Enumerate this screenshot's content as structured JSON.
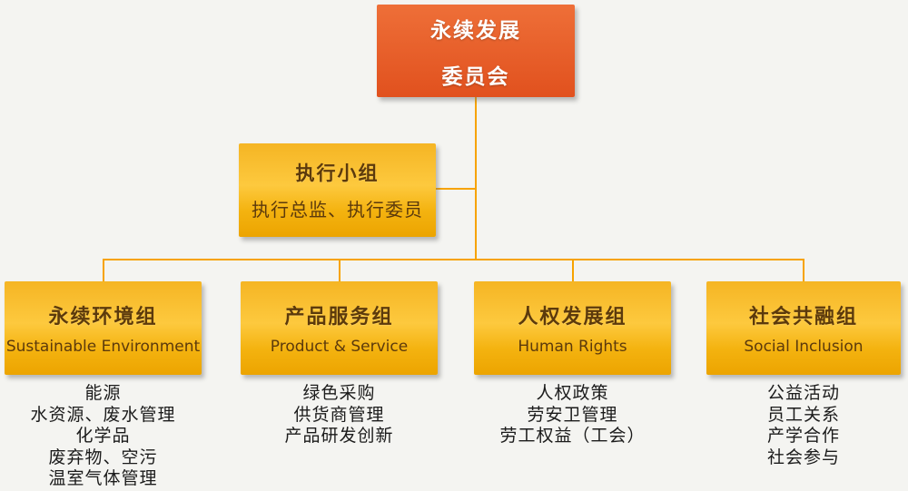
{
  "colors": {
    "background": "#f4f4f1",
    "root_top": "#ee6f38",
    "root_bottom": "#e1511e",
    "root_text": "#ffffff",
    "gold_top": "#f5b524",
    "gold_mid": "#fdc93e",
    "gold_bottom": "#eca400",
    "gold_text": "#5c3a0c",
    "connector": "#f7a300",
    "list_text": "#1b1b1b"
  },
  "root": {
    "title_line1": "永续发展",
    "title_line2": "委员会"
  },
  "exec": {
    "title": "执行小组",
    "subtitle": "执行总监、执行委员"
  },
  "groups": [
    {
      "title": "永续环境组",
      "subtitle": "Sustainable Environment",
      "items": [
        "能源",
        "水资源、废水管理",
        "化学品",
        "废弃物、空污",
        "温室气体管理"
      ]
    },
    {
      "title": "产品服务组",
      "subtitle": "Product & Service",
      "items": [
        "绿色采购",
        "供货商管理",
        "产品研发创新"
      ]
    },
    {
      "title": "人权发展组",
      "subtitle": "Human Rights",
      "items": [
        "人权政策",
        "劳安卫管理",
        "劳工权益（工会）"
      ]
    },
    {
      "title": "社会共融组",
      "subtitle": "Social Inclusion",
      "items": [
        "公益活动",
        "员工关系",
        "产学合作",
        "社会参与"
      ]
    }
  ]
}
